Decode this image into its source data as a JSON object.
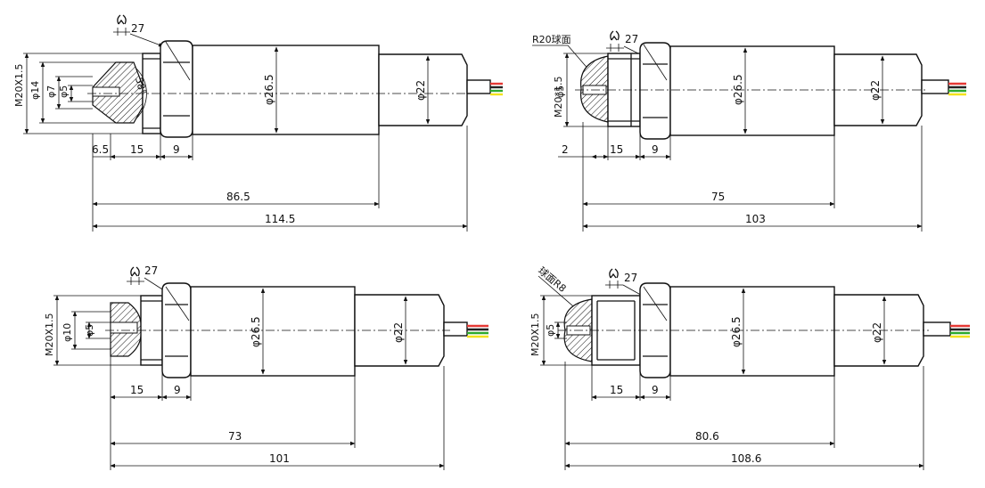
{
  "views": [
    {
      "id": "a",
      "wrench": "27",
      "note": "",
      "thread": "M20X1.5",
      "bore_outer": "φ14",
      "bore_mid": "φ7",
      "bore_inner": "φ5",
      "cone_angle": "58°",
      "body_dia": "φ26.5",
      "tail_dia": "φ22",
      "len_tip": "6.5",
      "len_thread": "15",
      "len_hex": "9",
      "len_body": "86.5",
      "len_total": "114.5"
    },
    {
      "id": "b",
      "wrench": "27",
      "note": "R20球面",
      "thread": "M20*1.5",
      "bore_inner": "φ5",
      "body_dia": "φ26.5",
      "tail_dia": "φ22",
      "len_tip": "2",
      "len_thread": "15",
      "len_hex": "9",
      "len_body": "75",
      "len_total": "103"
    },
    {
      "id": "c",
      "wrench": "27",
      "thread": "M20X1.5",
      "bore_outer": "φ10",
      "bore_inner": "φ5",
      "body_dia": "φ26.5",
      "tail_dia": "φ22",
      "len_thread": "15",
      "len_hex": "9",
      "len_body": "73",
      "len_total": "101"
    },
    {
      "id": "d",
      "wrench": "27",
      "note": "球面R8",
      "thread": "M20X1.5",
      "bore_inner": "φ5",
      "body_dia": "φ26.5",
      "tail_dia": "φ22",
      "len_thread": "15",
      "len_hex": "9",
      "len_body": "80.6",
      "len_total": "108.6"
    }
  ],
  "wire_colors": [
    "#e53935",
    "#222222",
    "#2eaa2e",
    "#f2e21c"
  ]
}
